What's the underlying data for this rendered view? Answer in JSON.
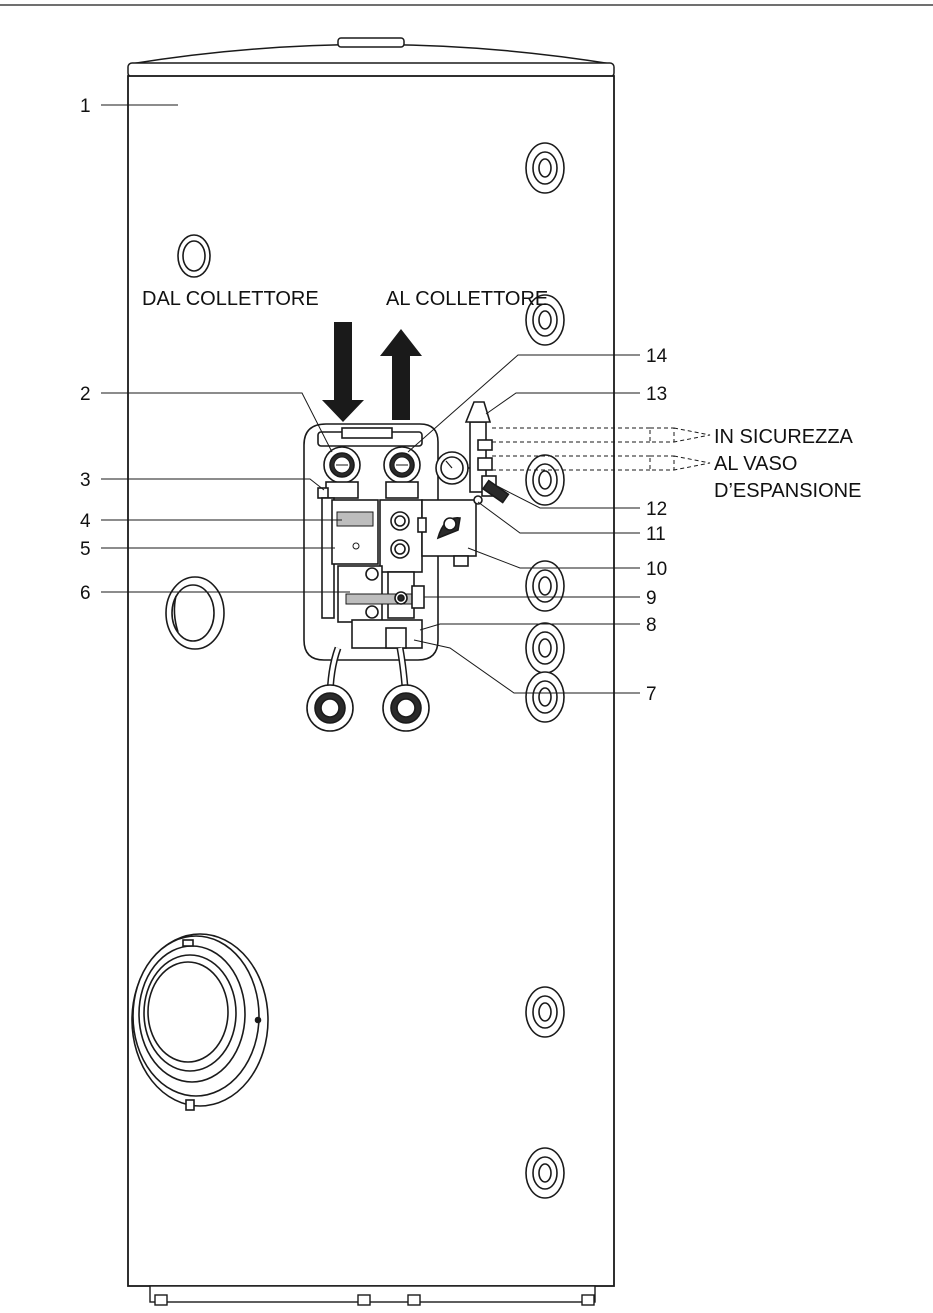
{
  "callouts": {
    "c1": "1",
    "c2": "2",
    "c3": "3",
    "c4": "4",
    "c5": "5",
    "c6": "6",
    "c7": "7",
    "c8": "8",
    "c9": "9",
    "c10": "10",
    "c11": "11",
    "c12": "12",
    "c13": "13",
    "c14": "14"
  },
  "flow": {
    "from_collector": "DAL COLLETTORE",
    "to_collector": "AL COLLETTORE",
    "to_safety": "IN SICUREZZA",
    "to_expansion_line1": "AL VASO",
    "to_expansion_line2": "D’ESPANSIONE"
  },
  "colors": {
    "line": "#1a1a1a",
    "fill": "#ffffff",
    "shade": "#bdbdbd",
    "dark": "#2a2a2a"
  }
}
